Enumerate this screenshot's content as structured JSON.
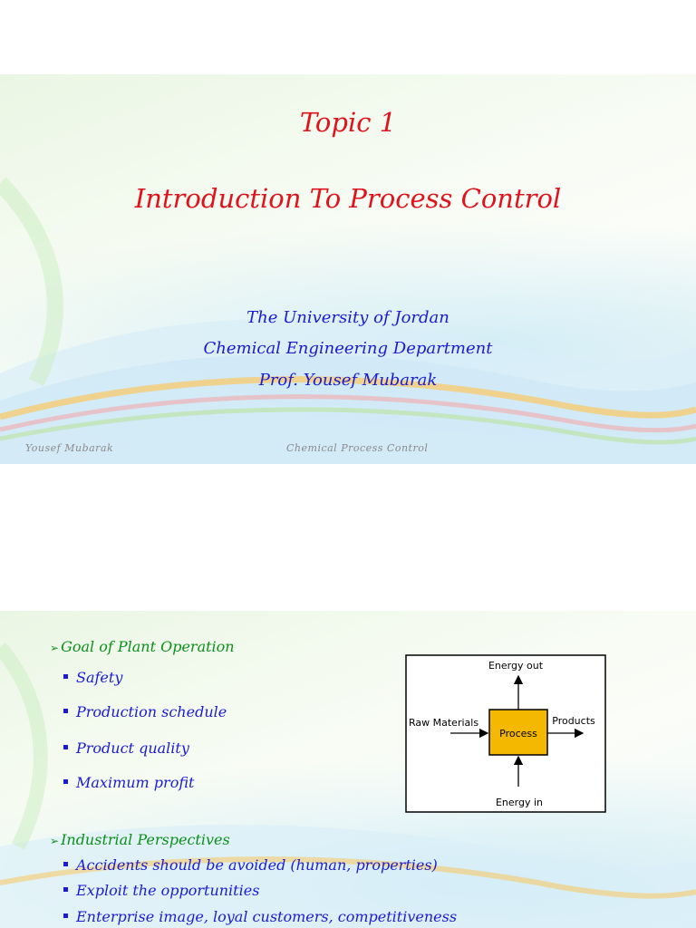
{
  "slide1": {
    "topic": "Topic 1",
    "title": "Introduction To Process Control",
    "lines": [
      "The University of Jordan",
      "Chemical Engineering Department",
      "Prof. Yousef Mubarak"
    ],
    "footer_left": "Yousef Mubarak",
    "footer_center": "Chemical Process Control"
  },
  "slide2": {
    "heading1": "Goal of Plant Operation",
    "goals": [
      "Safety",
      "Production schedule",
      "Product quality",
      "Maximum profit"
    ],
    "heading2": "Industrial Perspectives",
    "perspectives": [
      "Accidents should be avoided (human, properties)",
      "Exploit the opportunities",
      "Enterprise image, loyal customers, competitiveness"
    ],
    "diagram": {
      "energy_out": "Energy out",
      "raw_materials": "Raw Materials",
      "process": "Process",
      "products": "Products",
      "energy_in": "Energy in"
    }
  },
  "colors": {
    "title_red": "#e0121c",
    "text_blue": "#1b1bd6",
    "heading_green": "#0d8f1c",
    "process_box": "#f5b800"
  }
}
